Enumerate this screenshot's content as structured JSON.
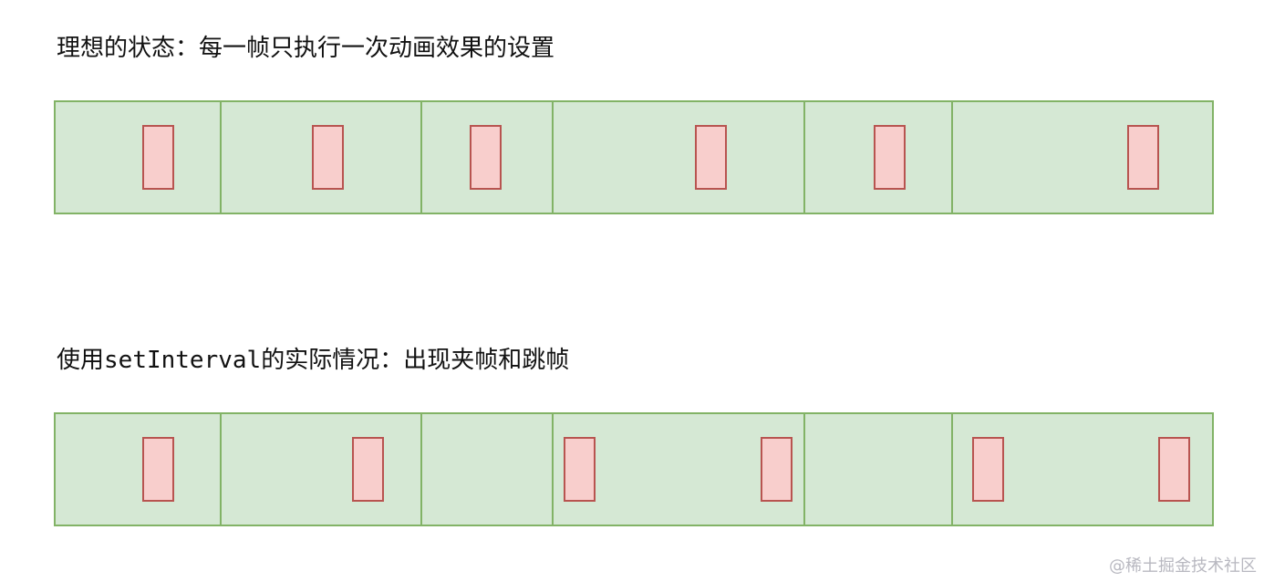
{
  "diagram": {
    "sections": [
      {
        "id": "ideal",
        "caption": "理想的状态：每一帧只执行一次动画效果的设置",
        "frame_boundaries": [
          0,
          182,
          402,
          546,
          822,
          984,
          1272
        ],
        "effect_positions": [
          97,
          283,
          456,
          703,
          899,
          1177
        ]
      },
      {
        "id": "actual",
        "caption_prefix": "使用",
        "caption_code": "setInterval",
        "caption_suffix": "的实际情况：出现夹帧和跳帧",
        "frame_boundaries": [
          0,
          182,
          402,
          546,
          822,
          984,
          1272
        ],
        "effect_positions": [
          97,
          327,
          559,
          775,
          1007,
          1211
        ]
      }
    ],
    "colors": {
      "frame_fill": "#d5e8d4",
      "frame_border": "#82b366",
      "effect_fill": "#f8cecc",
      "effect_border": "#b85450"
    }
  },
  "watermark": "@稀土掘金技术社区"
}
